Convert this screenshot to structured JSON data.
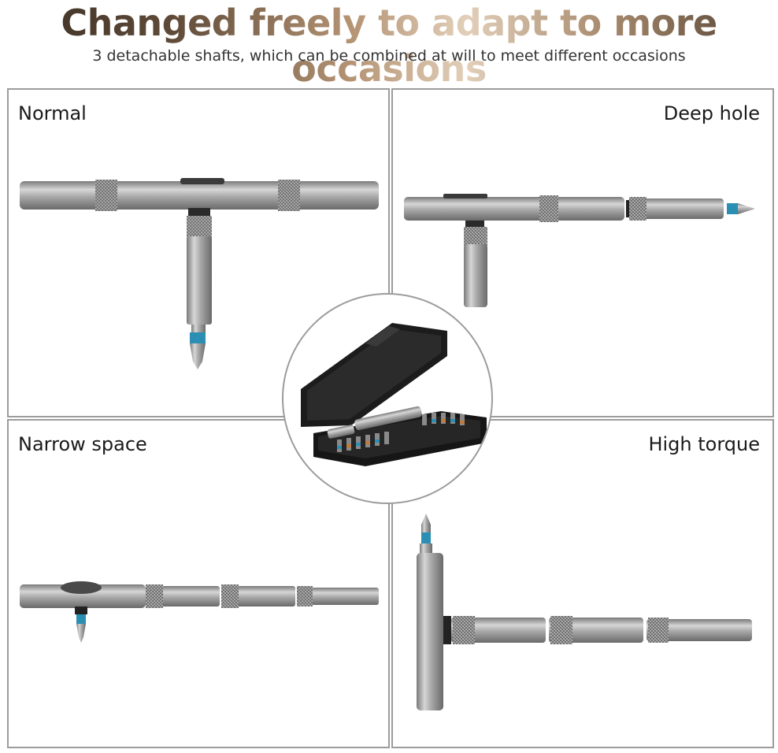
{
  "header": {
    "title": "Changed freely to adapt to more occasions",
    "subtitle": "3 detachable shafts, which can be combined at will to meet different occasions"
  },
  "panels": [
    {
      "label": "Normal"
    },
    {
      "label": "Deep hole"
    },
    {
      "label": "Narrow space"
    },
    {
      "label": "High torque"
    }
  ],
  "colors": {
    "shaft": "#9a9a9a",
    "shaft_highlight": "#d2d2d2",
    "shaft_shadow": "#6e6e6e",
    "tip_accent": "#2a8fb3",
    "case": "#1c1c1c",
    "border": "#9c9c9c",
    "title_gradient": [
      "#3a2e24",
      "#b49373",
      "#e2cfb9",
      "#4e3d30"
    ]
  },
  "icons": {
    "center": "toolkit-case-image",
    "panel_tools": "ratchet-screwdriver-image"
  }
}
